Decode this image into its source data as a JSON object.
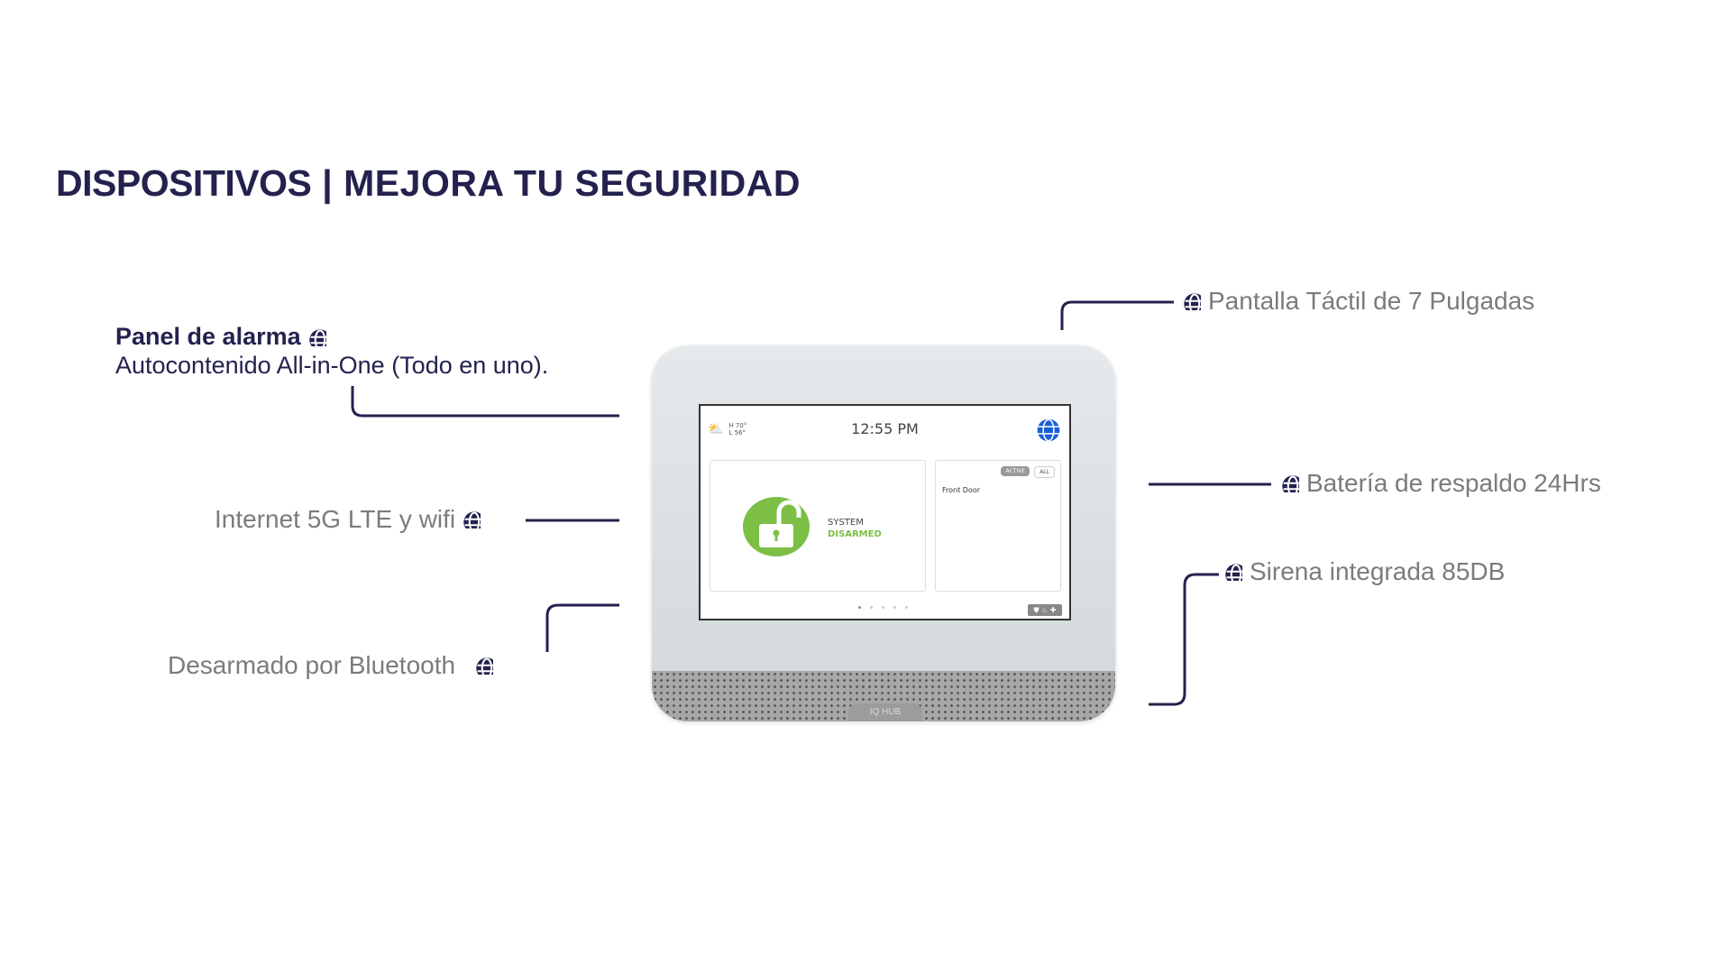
{
  "header": {
    "title_bold": "DISPOSITIVOS",
    "separator": "|",
    "title_rest": "MEJORA TU SEGURIDAD"
  },
  "colors": {
    "navy": "#23224f",
    "grey_text": "#7b7b7b",
    "disarmed_green": "#7cbf44",
    "device": "#d4d9dc"
  },
  "features": {
    "panel": {
      "title": "Panel de alarma",
      "subtitle": "Autocontenido All-in-One (Todo en uno).",
      "icon": "globe-icon"
    },
    "screen": {
      "label": "Pantalla Táctil de 7 Pulgadas",
      "icon": "globe-icon"
    },
    "battery": {
      "label": "Batería de respaldo 24Hrs",
      "icon": "globe-icon"
    },
    "siren": {
      "label": "Sirena integrada 85DB",
      "icon": "globe-icon"
    },
    "internet": {
      "label": "Internet 5G LTE y wifi",
      "icon": "globe-icon"
    },
    "bluetooth": {
      "label": "Desarmado por Bluetooth",
      "icon": "globe-icon"
    }
  },
  "device": {
    "brand": "IQ HUB",
    "screen": {
      "time": "12:55 PM",
      "weather_high": "H 70°",
      "weather_low": "L 56°",
      "status_line1": "SYSTEM",
      "status_line2": "DISARMED",
      "filter_active": "ACTIVE",
      "filter_all": "ALL",
      "sensor": "Front Door",
      "emergency_icons": "⛊ ♨ ✚"
    }
  }
}
